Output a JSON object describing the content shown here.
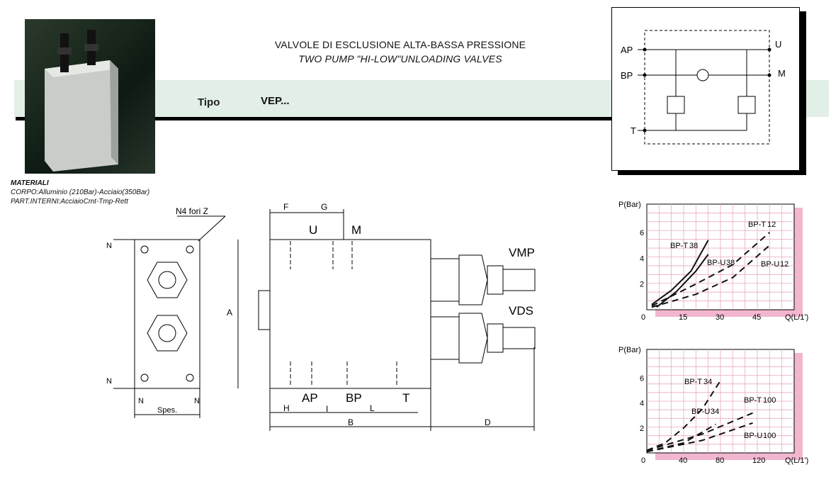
{
  "header": {
    "title_it": "VALVOLE DI ESCLUSIONE ALTA-BASSA PRESSIONE",
    "title_en": "TWO PUMP \"HI-LOW\"UNLOADING VALVES",
    "tipo_label": "Tipo",
    "tipo_value": "VEP..."
  },
  "materials": {
    "heading": "MATERIALI",
    "body": "CORPO:Alluminio (210Bar)-Acciaio(350Bar)",
    "internals": "PART.INTERNI:AcciaioCmt-Tmp-Rett"
  },
  "schematic": {
    "ports": [
      "AP",
      "BP",
      "T",
      "U",
      "M"
    ]
  },
  "drawing": {
    "holes_label": "N4 fori  Z",
    "dims": {
      "N": "N",
      "spes": "Spes.",
      "A": "A",
      "B": "B",
      "D": "D",
      "F": "F",
      "G": "G",
      "H": "H",
      "I": "I",
      "L": "L"
    },
    "ports": {
      "U": "U",
      "M": "M",
      "AP": "AP",
      "BP": "BP",
      "T": "T"
    },
    "fittings": [
      "VMP",
      "VDS"
    ]
  },
  "chart_data": [
    {
      "type": "line",
      "ylabel": "P(Bar)",
      "xlabel": "Q(L/1')",
      "xlim": [
        0,
        60
      ],
      "ylim": [
        0,
        8.2
      ],
      "xticks": [
        0,
        15,
        30,
        45
      ],
      "yticks": [
        2,
        4,
        6
      ],
      "grid": true,
      "series": [
        {
          "name": "BP-T",
          "size": "38",
          "dashed": false,
          "x": [
            2,
            10,
            18,
            25
          ],
          "y": [
            0.4,
            1.5,
            3,
            5.4
          ]
        },
        {
          "name": "BP-U",
          "size": "38",
          "dashed": false,
          "x": [
            4,
            12,
            20,
            25
          ],
          "y": [
            0.2,
            1.4,
            3,
            4.3
          ]
        },
        {
          "name": "BP-T",
          "size": "12",
          "dashed": true,
          "x": [
            2,
            20,
            35,
            50
          ],
          "y": [
            0.3,
            2,
            3.5,
            6
          ]
        },
        {
          "name": "BP-U",
          "size": "12",
          "dashed": true,
          "x": [
            2,
            20,
            35,
            50
          ],
          "y": [
            0.2,
            1.2,
            2.5,
            5
          ]
        }
      ]
    },
    {
      "type": "line",
      "ylabel": "P(Bar)",
      "xlabel": "Q(L/1')",
      "xlim": [
        0,
        160
      ],
      "ylim": [
        0,
        8.3
      ],
      "xticks": [
        0,
        40,
        80,
        120
      ],
      "yticks": [
        2,
        4,
        6
      ],
      "grid": true,
      "series": [
        {
          "name": "BP-T",
          "size": "34",
          "dashed": true,
          "x": [
            0,
            20,
            40,
            60,
            80
          ],
          "y": [
            0.2,
            0.8,
            2,
            3.5,
            5.8
          ]
        },
        {
          "name": "BP-U",
          "size": "34",
          "dashed": true,
          "x": [
            0,
            40,
            75
          ],
          "y": [
            0.1,
            0.8,
            2.3
          ]
        },
        {
          "name": "BP-T",
          "size": "100",
          "dashed": true,
          "x": [
            0,
            60,
            115
          ],
          "y": [
            0.2,
            1.5,
            3.2
          ]
        },
        {
          "name": "BP-U",
          "size": "100",
          "dashed": true,
          "x": [
            0,
            60,
            115
          ],
          "y": [
            0.1,
            1,
            2.4
          ]
        }
      ]
    }
  ]
}
